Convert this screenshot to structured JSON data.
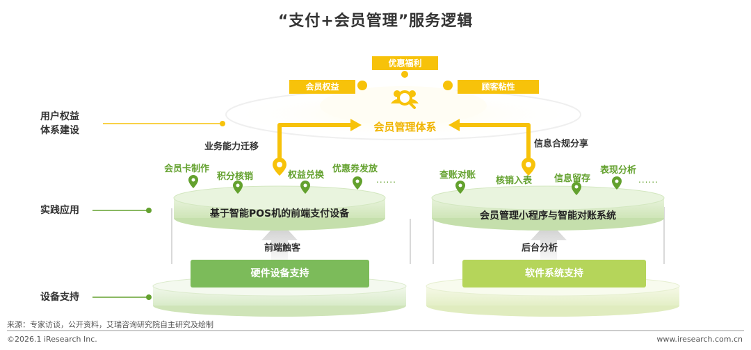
{
  "title": "“支付+会员管理”服务逻辑",
  "left_labels": {
    "user_rights": [
      "用户权益",
      "体系建设"
    ],
    "practice": "实践应用",
    "device": "设备支持"
  },
  "top_benefits": {
    "left": "会员权益",
    "center": "优惠福利",
    "right": "顾客粘性"
  },
  "member_system": "会员管理体系",
  "migration_left": "业务能力迁移",
  "migration_right": "信息合规分享",
  "left_features": [
    "会员卡制作",
    "积分核销",
    "权益兑换",
    "优惠券发放"
  ],
  "right_features": [
    "查账对账",
    "核销入表",
    "信息留存",
    "表现分析"
  ],
  "ellipsis": "......",
  "left_platform": "基于智能POS机的前端支付设备",
  "right_platform": "会员管理小程序与智能对账系统",
  "left_arrow_label": "前端触客",
  "right_arrow_label": "后台分析",
  "hardware_box": "硬件设备支持",
  "software_box": "软件系统支持",
  "footer": {
    "source": "来源：专家访谈，公开资料，艾瑞咨询研究院自主研究及绘制",
    "copyright": "©2026.1 iResearch Inc.",
    "website": "www.iresearch.com.cn"
  },
  "colors": {
    "yellow": "#f7c20a",
    "green": "#63a12e",
    "light_green": "#d8ebc4",
    "hardware_green": "#7cbb5a",
    "software_green": "#b5d55a"
  },
  "icons": [
    "users-search-icon",
    "map-pin-icon",
    "up-arrow-icon"
  ]
}
